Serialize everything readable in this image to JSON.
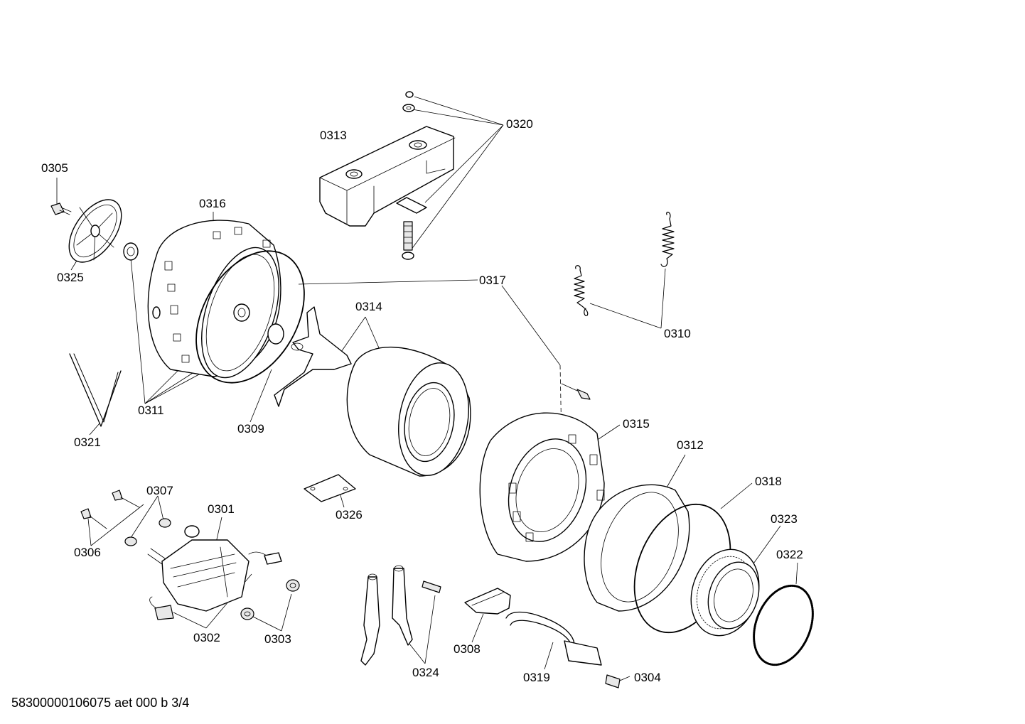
{
  "parts": {
    "p0301": "0301",
    "p0302": "0302",
    "p0303": "0303",
    "p0304": "0304",
    "p0305": "0305",
    "p0306": "0306",
    "p0307": "0307",
    "p0308": "0308",
    "p0309": "0309",
    "p0310": "0310",
    "p0311": "0311",
    "p0312": "0312",
    "p0313": "0313",
    "p0314": "0314",
    "p0315": "0315",
    "p0316": "0316",
    "p0317": "0317",
    "p0318": "0318",
    "p0319": "0319",
    "p0320": "0320",
    "p0321": "0321",
    "p0322": "0322",
    "p0323": "0323",
    "p0324": "0324",
    "p0325": "0325",
    "p0326": "0326"
  },
  "footer": "58300000106075 aet 000 b 3/4"
}
